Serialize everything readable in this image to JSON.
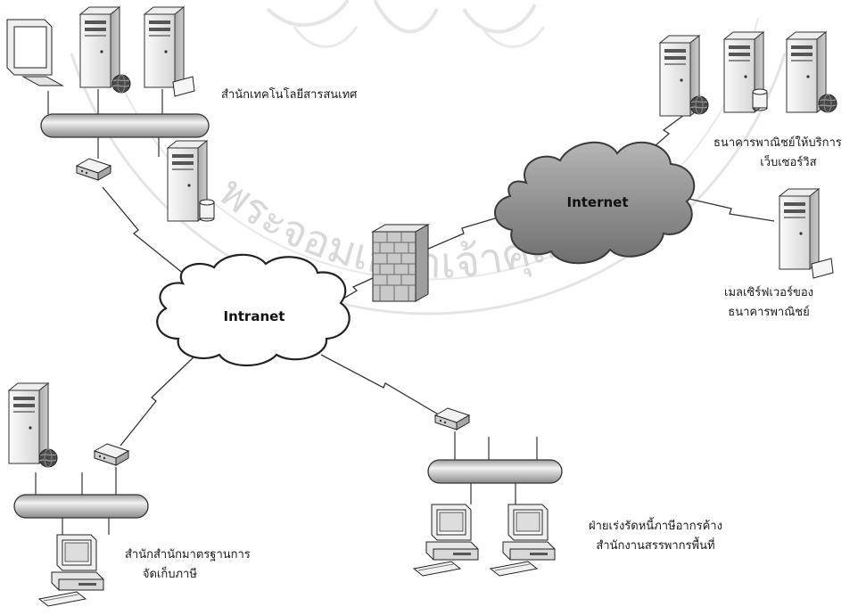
{
  "clouds": {
    "intranet": "Intranet",
    "internet": "Internet"
  },
  "labels": {
    "office_it": "สำนักเทคโนโลยีสารสนเทศ",
    "bank_web_line1": "ธนาคารพาณิชย์ให้บริการ",
    "bank_web_line2": "เว็บเซอร์วิส",
    "bank_mail_line1": "เมลเซิร์ฟเวอร์ของ",
    "bank_mail_line2": "ธนาคารพาณิชย์",
    "office_std_line1": "สำนักสำนักมาตรฐานการ",
    "office_std_line2": "จัดเก็บภาษี",
    "dept_line1": "ฝ่ายเร่งรัดหนี้ภาษีอากรค้าง",
    "dept_line2": "สำนักงานสรรพากรพื้นที่"
  },
  "watermark": {
    "text": "พระจอมเกล้าเจ้าคุณทหาร"
  },
  "colors": {
    "cloud_intranet": "#ffffff",
    "cloud_internet": "#8c8c8c",
    "stroke": "#222222",
    "device_light": "#e8e8e8",
    "device_mid": "#b9b9b9",
    "watermark": "#d0d0d0"
  }
}
